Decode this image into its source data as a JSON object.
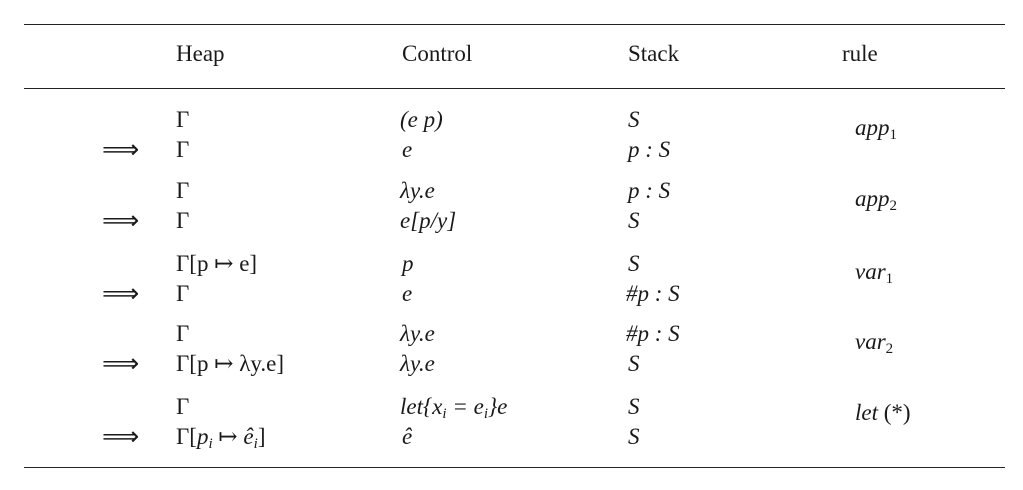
{
  "headers": {
    "heap": "Heap",
    "control": "Control",
    "stack": "Stack",
    "rule": "rule"
  },
  "arrow_symbol": "⟹",
  "rows": [
    {
      "top": {
        "heap": "Γ",
        "control": "(e p)",
        "stack": "S"
      },
      "bottom": {
        "heap": "Γ",
        "control": "e",
        "stack": "p : S"
      },
      "rule": {
        "name": "app",
        "sub": "1"
      }
    },
    {
      "top": {
        "heap": "Γ",
        "control": "λy.e",
        "stack": "p : S"
      },
      "bottom": {
        "heap": "Γ",
        "control": "e[p/y]",
        "stack": "S"
      },
      "rule": {
        "name": "app",
        "sub": "2"
      }
    },
    {
      "top": {
        "heap": "Γ[p ↦ e]",
        "control": "p",
        "stack": "S"
      },
      "bottom": {
        "heap": "Γ",
        "control": "e",
        "stack": "#p : S"
      },
      "rule": {
        "name": "var",
        "sub": "1"
      }
    },
    {
      "top": {
        "heap": "Γ",
        "control": "λy.e",
        "stack": "#p : S"
      },
      "bottom": {
        "heap": "Γ[p ↦ λy.e]",
        "control": "λy.e",
        "stack": "S"
      },
      "rule": {
        "name": "var",
        "sub": "2"
      }
    },
    {
      "top": {
        "heap": "Γ",
        "control": "let{x_i = e_i}e",
        "stack": "S"
      },
      "bottom": {
        "heap": "Γ[p_i ↦ ê_i]",
        "control": "ê",
        "stack": "S"
      },
      "rule": {
        "name": "let",
        "sub": "",
        "suffix": "(*)"
      }
    }
  ]
}
